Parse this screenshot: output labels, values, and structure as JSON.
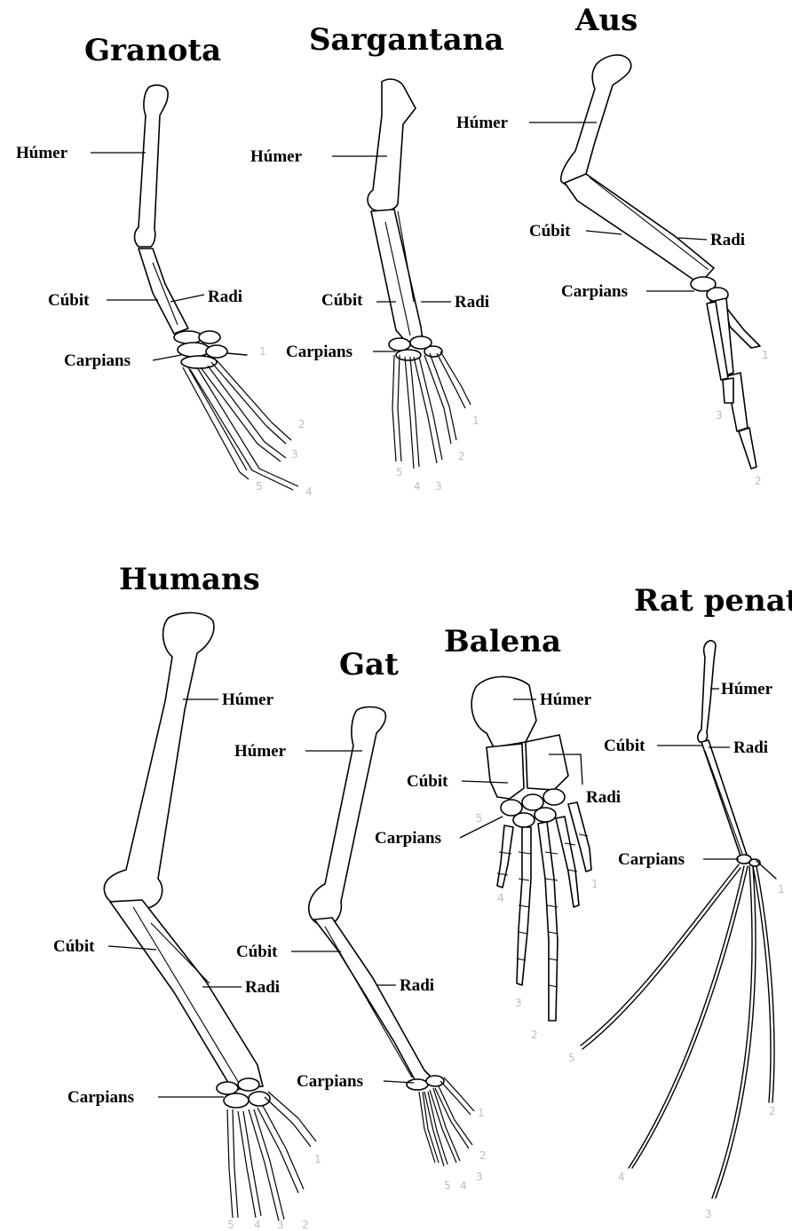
{
  "panels": {
    "granota": {
      "title": "Granota",
      "labels": {
        "humerus": "Húmer",
        "ulna": "Cúbit",
        "radius": "Radi",
        "carpals": "Carpians"
      },
      "digits": [
        "1",
        "2",
        "3",
        "4",
        "5"
      ]
    },
    "sargantana": {
      "title": "Sargantana",
      "labels": {
        "humerus": "Húmer",
        "ulna": "Cúbit",
        "radius": "Radi",
        "carpals": "Carpians"
      },
      "digits": [
        "1",
        "2",
        "3",
        "4",
        "5"
      ]
    },
    "aus": {
      "title": "Aus",
      "labels": {
        "humerus": "Húmer",
        "ulna": "Cúbit",
        "radius": "Radi",
        "carpals": "Carpians"
      },
      "digits": [
        "1",
        "2",
        "3"
      ]
    },
    "humans": {
      "title": "Humans",
      "labels": {
        "humerus": "Húmer",
        "ulna": "Cúbit",
        "radius": "Radi",
        "carpals": "Carpians"
      },
      "digits": [
        "1",
        "2",
        "3",
        "4",
        "5"
      ]
    },
    "gat": {
      "title": "Gat",
      "labels": {
        "humerus": "Húmer",
        "ulna": "Cúbit",
        "radius": "Radi",
        "carpals": "Carpians"
      },
      "digits": [
        "1",
        "2",
        "3",
        "4",
        "5"
      ]
    },
    "balena": {
      "title": "Balena",
      "labels": {
        "humerus": "Húmer",
        "ulna": "Cúbit",
        "radius": "Radi",
        "carpals": "Carpians"
      },
      "digits": [
        "1",
        "2",
        "3",
        "4",
        "5"
      ]
    },
    "rat_penat": {
      "title": "Rat penat",
      "labels": {
        "humerus": "Húmer",
        "ulna": "Cúbit",
        "radius": "Radi",
        "carpals": "Carpians"
      },
      "digits": [
        "1",
        "2",
        "3",
        "4",
        "5"
      ]
    }
  }
}
